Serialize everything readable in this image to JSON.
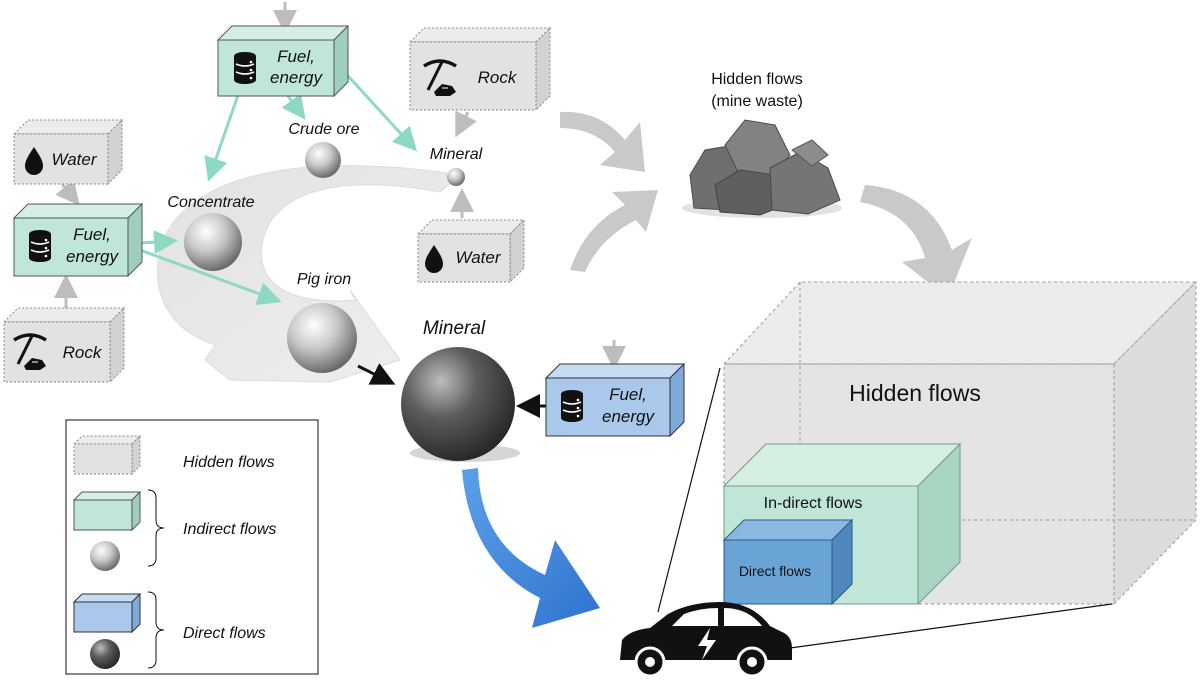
{
  "boxes": {
    "fuel_top": [
      "Fuel,",
      "energy"
    ],
    "fuel_left": [
      "Fuel,",
      "energy"
    ],
    "fuel_right": [
      "Fuel,",
      "energy"
    ],
    "rock_top": "Rock",
    "rock_bottom": "Rock",
    "water_top": "Water",
    "water_bottom": "Water"
  },
  "nodes": {
    "crude_ore": "Crude ore",
    "mineral_small": "Mineral",
    "concentrate": "Concentrate",
    "pig_iron": "Pig iron",
    "mineral_big": "Mineral"
  },
  "hidden_waste": [
    "Hidden flows",
    "(mine waste)"
  ],
  "volume": {
    "hidden": "Hidden flows",
    "indirect": "In-direct flows",
    "direct": "Direct flows"
  },
  "legend": {
    "hidden": "Hidden flows",
    "indirect": "Indirect flows",
    "direct": "Direct flows"
  },
  "colors": {
    "hidden_box": "#dcdcdc",
    "indirect_box": "#bfe6d6",
    "direct_box": "#a9c8eb",
    "arrow_teal": "#8fd8c3",
    "arrow_blue": "#4a8ede",
    "arrow_gray": "#c9c9c9"
  },
  "icons": [
    "database-icon",
    "pickaxe-icon",
    "water-drop-icon",
    "rock-pile-icon",
    "electric-car-icon",
    "lightning-icon"
  ]
}
